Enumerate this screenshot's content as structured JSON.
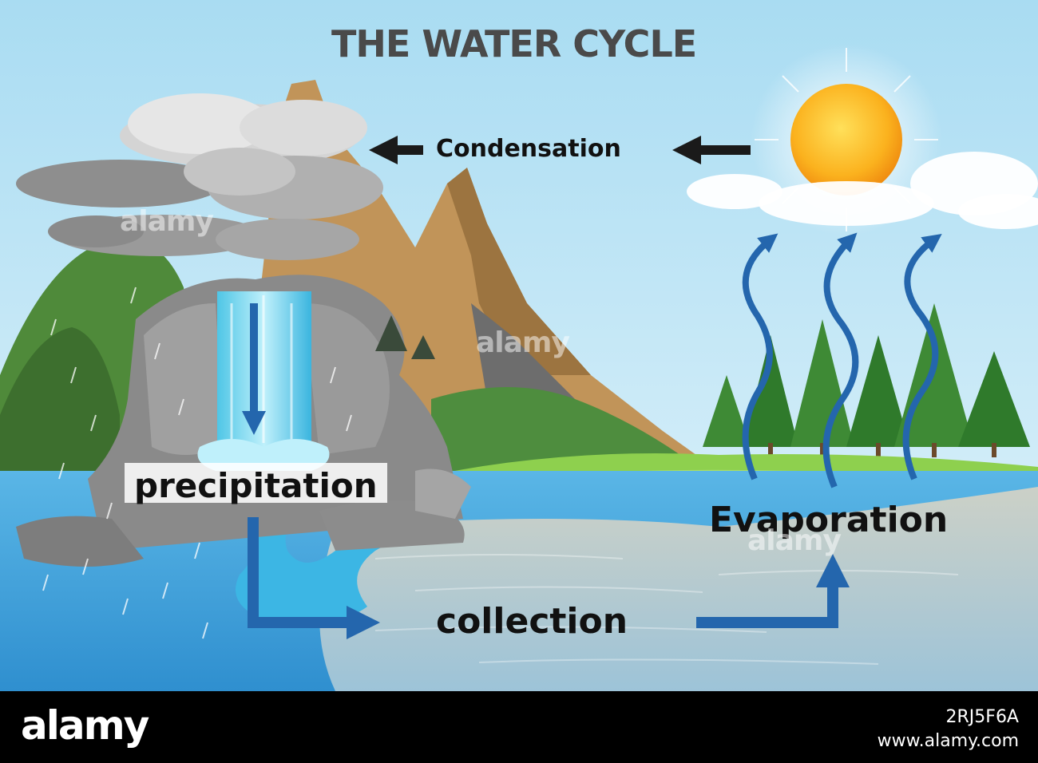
{
  "diagram": {
    "title": "THE WATER CYCLE",
    "labels": {
      "condensation": "Condensation",
      "precipitation": "precipitation",
      "evaporation": "Evaporation",
      "collection": "collection"
    },
    "watermark": "alamy"
  },
  "footer": {
    "logo": "alamy",
    "image_id": "2RJ5F6A",
    "url": "www.alamy.com"
  },
  "colors": {
    "sky": "#b9e2f4",
    "water": "#3b9fd8",
    "arrow": "#2466ad",
    "sun": "#f9a11b",
    "mountain": "#c0935a",
    "grass": "#7cc242"
  }
}
